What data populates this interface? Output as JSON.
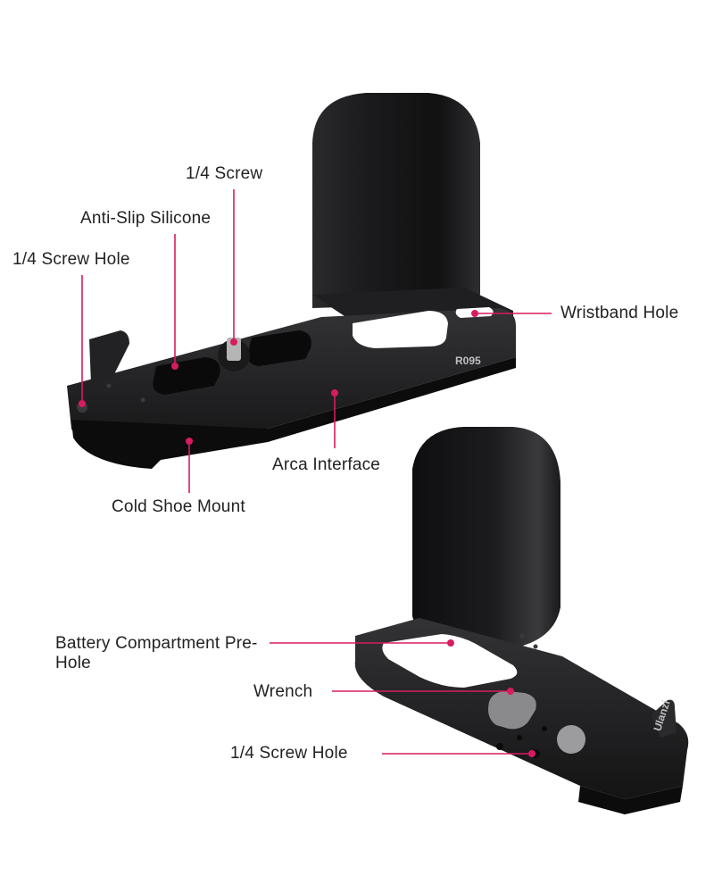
{
  "product": {
    "model_stamp": "R095",
    "brand_stamp": "Ulanzi"
  },
  "colors": {
    "callout": "#d81b60",
    "metal": "#1d1d1f",
    "metal_edge": "#4a4a4e",
    "background": "#ffffff"
  },
  "callouts_top": [
    {
      "id": "screw",
      "text": "1/4 Screw"
    },
    {
      "id": "silicone",
      "text": "Anti-Slip Silicone"
    },
    {
      "id": "screw-hole-top",
      "text": "1/4 Screw Hole"
    },
    {
      "id": "wristband",
      "text": "Wristband Hole"
    },
    {
      "id": "arca",
      "text": "Arca Interface"
    },
    {
      "id": "cold-shoe",
      "text": "Cold Shoe Mount"
    }
  ],
  "callouts_bottom": [
    {
      "id": "battery",
      "text": "Battery Compartment Pre-Hole"
    },
    {
      "id": "wrench",
      "text": "Wrench"
    },
    {
      "id": "screw-hole-bottom",
      "text": "1/4 Screw Hole"
    }
  ]
}
